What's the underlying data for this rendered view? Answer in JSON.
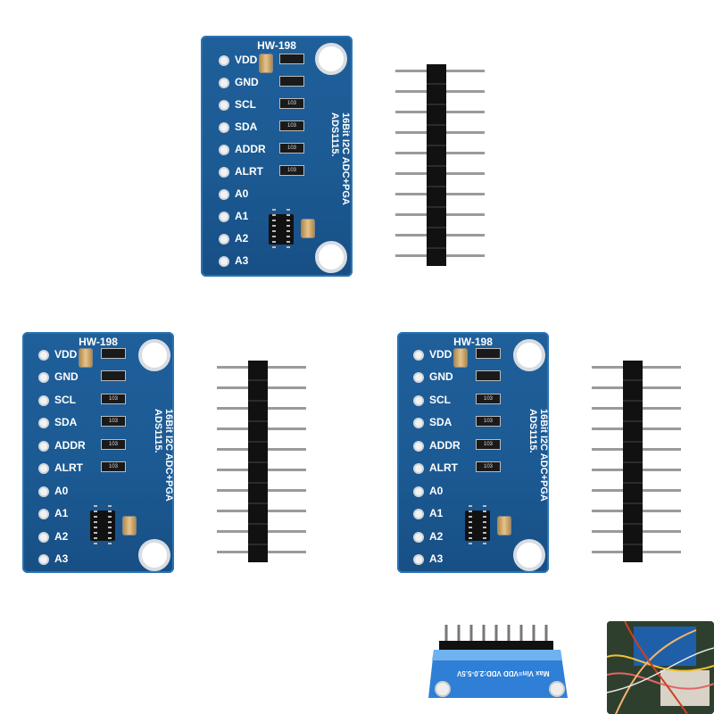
{
  "boards": [
    {
      "model": "HW-198",
      "pins": [
        "VDD",
        "GND",
        "SCL",
        "SDA",
        "ADDR",
        "ALRT",
        "A0",
        "A1",
        "A2",
        "A3"
      ],
      "side_text": "16Bit I2C ADC+PGA\nADS1115.",
      "resistor_code": "103"
    },
    {
      "model": "HW-198",
      "pins": [
        "VDD",
        "GND",
        "SCL",
        "SDA",
        "ADDR",
        "ALRT",
        "A0",
        "A1",
        "A2",
        "A3"
      ],
      "side_text": "16Bit I2C ADC+PGA\nADS1115.",
      "resistor_code": "103"
    },
    {
      "model": "HW-198",
      "pins": [
        "VDD",
        "GND",
        "SCL",
        "SDA",
        "ADDR",
        "ALRT",
        "A0",
        "A1",
        "A2",
        "A3"
      ],
      "side_text": "16Bit I2C ADC+PGA\nADS1115.",
      "resistor_code": "103"
    }
  ],
  "inset_board_text": "Max Vin=VDD   VDD:2.0-5.5V",
  "colors": {
    "pcb": "#1c5a93",
    "silkscreen": "#ffffff",
    "header": "#111111",
    "pin": "#9a9a9a"
  }
}
